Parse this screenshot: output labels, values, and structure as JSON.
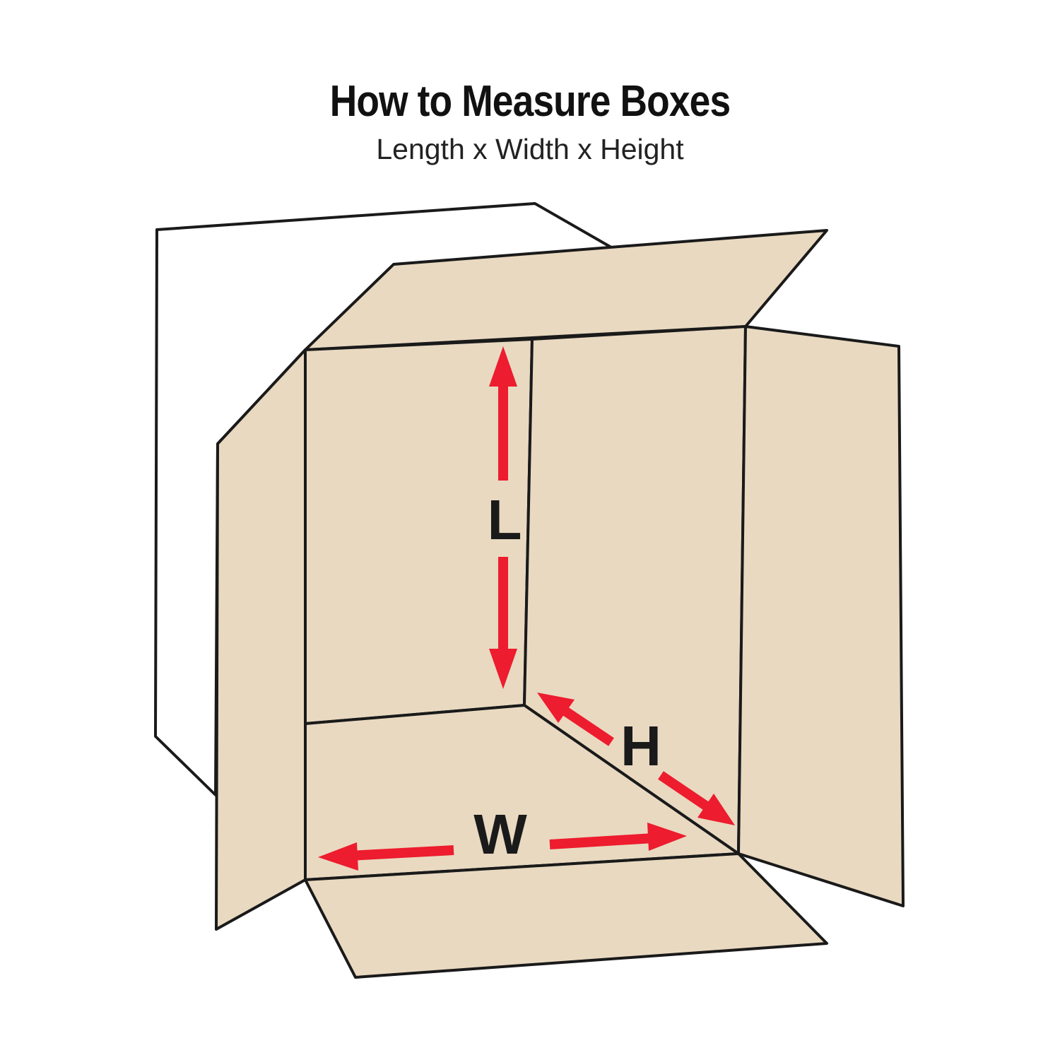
{
  "title": "How to Measure Boxes",
  "subtitle": "Length x Width x Height",
  "labels": {
    "length": "L",
    "width": "W",
    "height": "H"
  },
  "colors": {
    "cardboard": "#e9d9c1",
    "arrow": "#ed1c2e",
    "outline": "#1a1a1a"
  }
}
